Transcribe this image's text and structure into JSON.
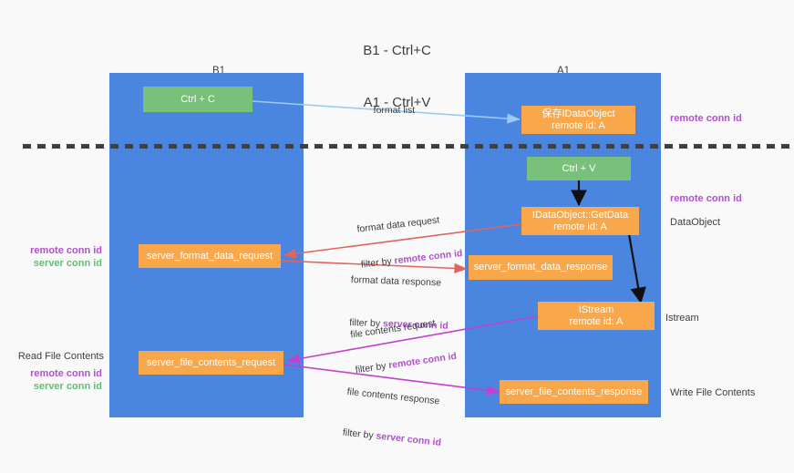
{
  "diagram": {
    "title_line1": "B1 - Ctrl+C",
    "title_line2": "A1 - Ctrl+V",
    "columns": [
      {
        "id": "b1",
        "name": "B1",
        "role": "connection"
      },
      {
        "id": "a1",
        "name": "A1",
        "role": "remote"
      }
    ],
    "nodes": {
      "ctrl_c": {
        "line1": "Ctrl + C",
        "line2": "",
        "color": "#79c07a"
      },
      "idataobject_saved": {
        "line1": "保存IDataObject",
        "line2": "remote id: A",
        "color": "#f9a74b"
      },
      "ctrl_v": {
        "line1": "Ctrl + V",
        "line2": "",
        "color": "#79c07a"
      },
      "idataobject_getdata": {
        "line1": "IDataObject::GetData",
        "line2": "remote id: A",
        "color": "#f9a74b"
      },
      "server_format_request": {
        "line1": "server_format_data_request",
        "line2": "",
        "color": "#f9a74b"
      },
      "server_format_response": {
        "line1": "server_format_data_response",
        "line2": "",
        "color": "#f9a74b"
      },
      "istream": {
        "line1": "IStream",
        "line2": "remote id: A",
        "color": "#f9a74b"
      },
      "server_file_request": {
        "line1": "server_file_contents_request",
        "line2": "",
        "color": "#f9a74b"
      },
      "server_file_response": {
        "line1": "server_file_contents_response",
        "line2": "",
        "color": "#f9a74b"
      }
    },
    "edges": {
      "format_list": {
        "label": "format list",
        "filter_prefix": "",
        "filter_key": ""
      },
      "format_data_request": {
        "label": "format data request",
        "filter_prefix": "filter by ",
        "filter_key": "remote conn id"
      },
      "format_data_response": {
        "label": "format data response",
        "filter_prefix": "filter by ",
        "filter_key": "server conn id"
      },
      "file_contents_request": {
        "label": "file contents request",
        "filter_prefix": "filter by ",
        "filter_key": "remote conn id"
      },
      "file_contents_response": {
        "label": "file contents response",
        "filter_prefix": "filter by ",
        "filter_key": "server conn id"
      }
    },
    "annotations": {
      "right_top_remote": "remote conn id",
      "right_mid_remote": "remote conn id",
      "right_dataobject": "DataObject",
      "right_istream": "Istream",
      "right_write_file": "Write File Contents",
      "left_remote_conn": "remote conn id",
      "left_server_conn": "server conn id",
      "left_read_file": "Read File Contents",
      "left_remote_conn2": "remote conn id",
      "left_server_conn2": "server conn id"
    },
    "colors": {
      "lane": "#4a86e0",
      "green_node": "#79c07a",
      "orange_node": "#f9a74b",
      "remote_key": "#b24fcf",
      "server_key": "#5fbf72",
      "arrow_blue": "#9ccaf0",
      "arrow_red": "#e0645f",
      "arrow_black": "#101010",
      "arrow_magenta": "#c23fd0",
      "background": "#f9f9f9"
    }
  }
}
